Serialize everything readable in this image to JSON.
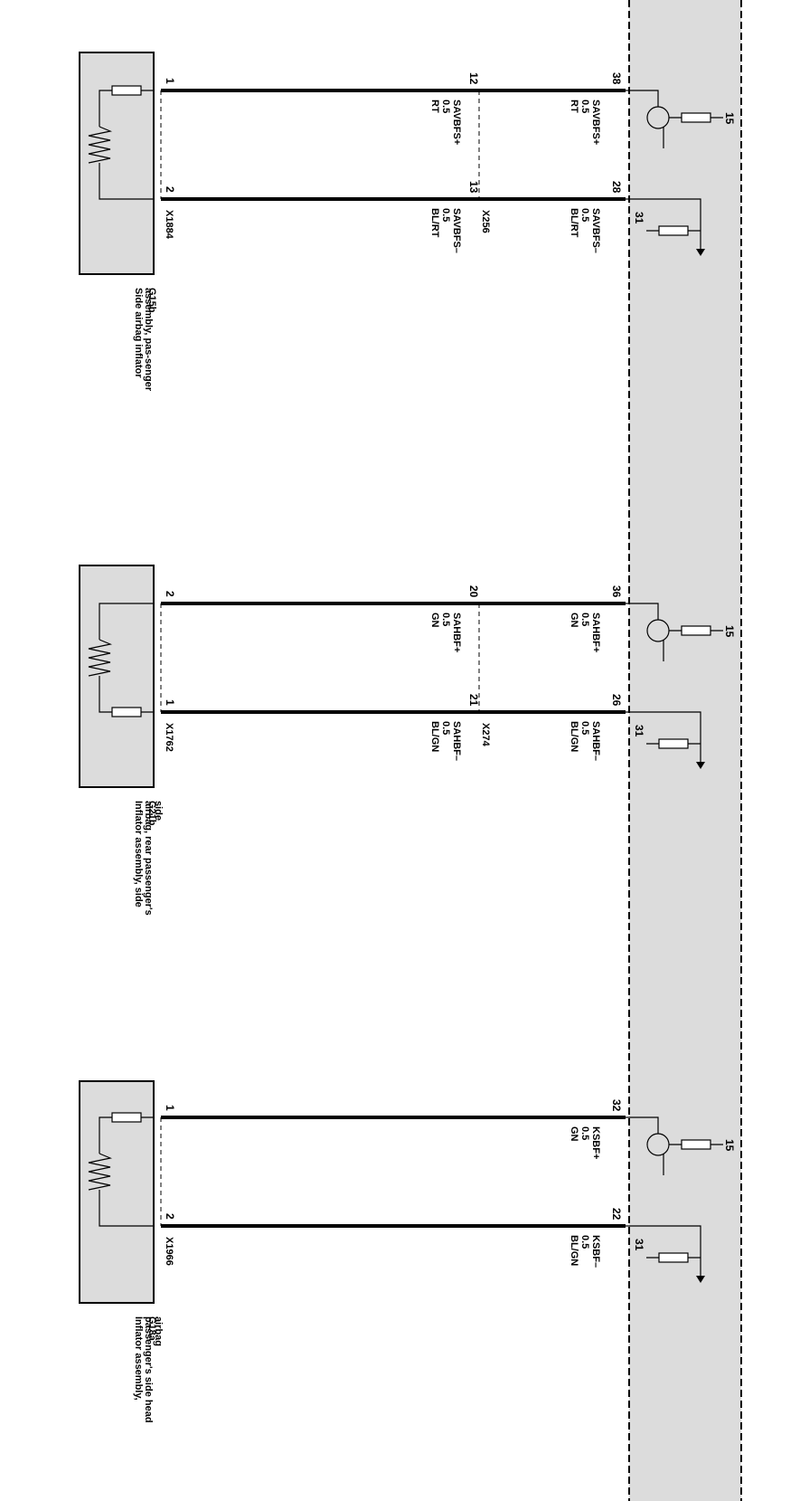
{
  "diagram": {
    "colors": {
      "ecu_fill": "#dcdcdc",
      "component_fill": "#dcdcdc",
      "line": "#000000",
      "background": "#ffffff"
    },
    "groups": [
      {
        "component": {
          "id": "G15b",
          "description": "Side airbag inflator assembly, pas-senger"
        },
        "component_connector": "X1884",
        "inline_connector": "X256",
        "pos_circuit": {
          "ecu_pin": "38",
          "inline_pin": "12",
          "component_pin": "1",
          "ecu_side_label": [
            "SAVBFS+",
            "0.5",
            "RT"
          ],
          "component_side_label": [
            "SAVBFS+",
            "0.5",
            "RT"
          ],
          "terminal": "15"
        },
        "neg_circuit": {
          "ecu_pin": "28",
          "inline_pin": "13",
          "component_pin": "2",
          "ecu_side_label": [
            "SAVBFS–",
            "0.5",
            "BL/RT"
          ],
          "component_side_label": [
            "SAVBFS–",
            "0.5",
            "BL/RT"
          ],
          "terminal": "31"
        }
      },
      {
        "component": {
          "id": "G21b",
          "description": "Inflator assembly, side airbag, rear passenger's side"
        },
        "component_connector": "X1762",
        "inline_connector": "X274",
        "pos_circuit": {
          "ecu_pin": "36",
          "inline_pin": "20",
          "component_pin": "2",
          "ecu_side_label": [
            "SAHBF+",
            "0.5",
            "GN"
          ],
          "component_side_label": [
            "SAHBF+",
            "0.5",
            "GN"
          ],
          "terminal": "15"
        },
        "neg_circuit": {
          "ecu_pin": "26",
          "inline_pin": "21",
          "component_pin": "1",
          "ecu_side_label": [
            "SAHBF–",
            "0.5",
            "BL/GN"
          ],
          "component_side_label": [
            "SAHBF–",
            "0.5",
            "BL/GN"
          ],
          "terminal": "31"
        }
      },
      {
        "component": {
          "id": "G18a",
          "description": "Inflator assembly, passenger's side head airbag"
        },
        "component_connector": "X1966",
        "inline_connector": "",
        "pos_circuit": {
          "ecu_pin": "32",
          "inline_pin": "",
          "component_pin": "1",
          "ecu_side_label": [
            "KSBF+",
            "0.5",
            "GN"
          ],
          "component_side_label": [],
          "terminal": "15"
        },
        "neg_circuit": {
          "ecu_pin": "22",
          "inline_pin": "",
          "component_pin": "2",
          "ecu_side_label": [
            "KSBF–",
            "0.5",
            "BL/GN"
          ],
          "component_side_label": [],
          "terminal": "31"
        }
      }
    ]
  }
}
